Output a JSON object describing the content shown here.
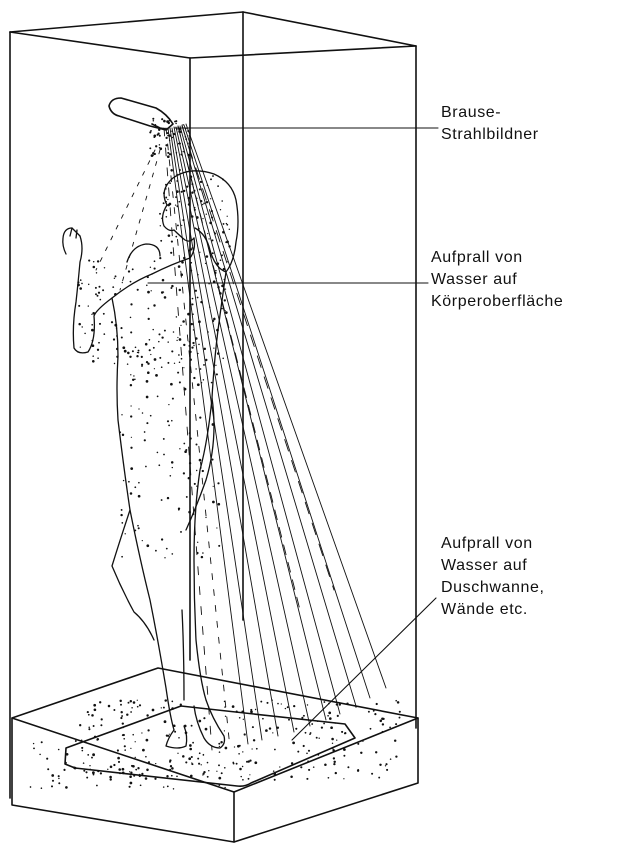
{
  "labels": {
    "shower_head": {
      "line1": "Brause-",
      "line2": "Strahlbildner"
    },
    "body_impact": {
      "line1": "Aufprall von",
      "line2": "Wasser auf",
      "line3": "Körperoberfläche"
    },
    "tray_impact": {
      "line1": "Aufprall von",
      "line2": "Wasser auf",
      "line3": "Duschwanne,",
      "line4": "Wände etc."
    }
  }
}
